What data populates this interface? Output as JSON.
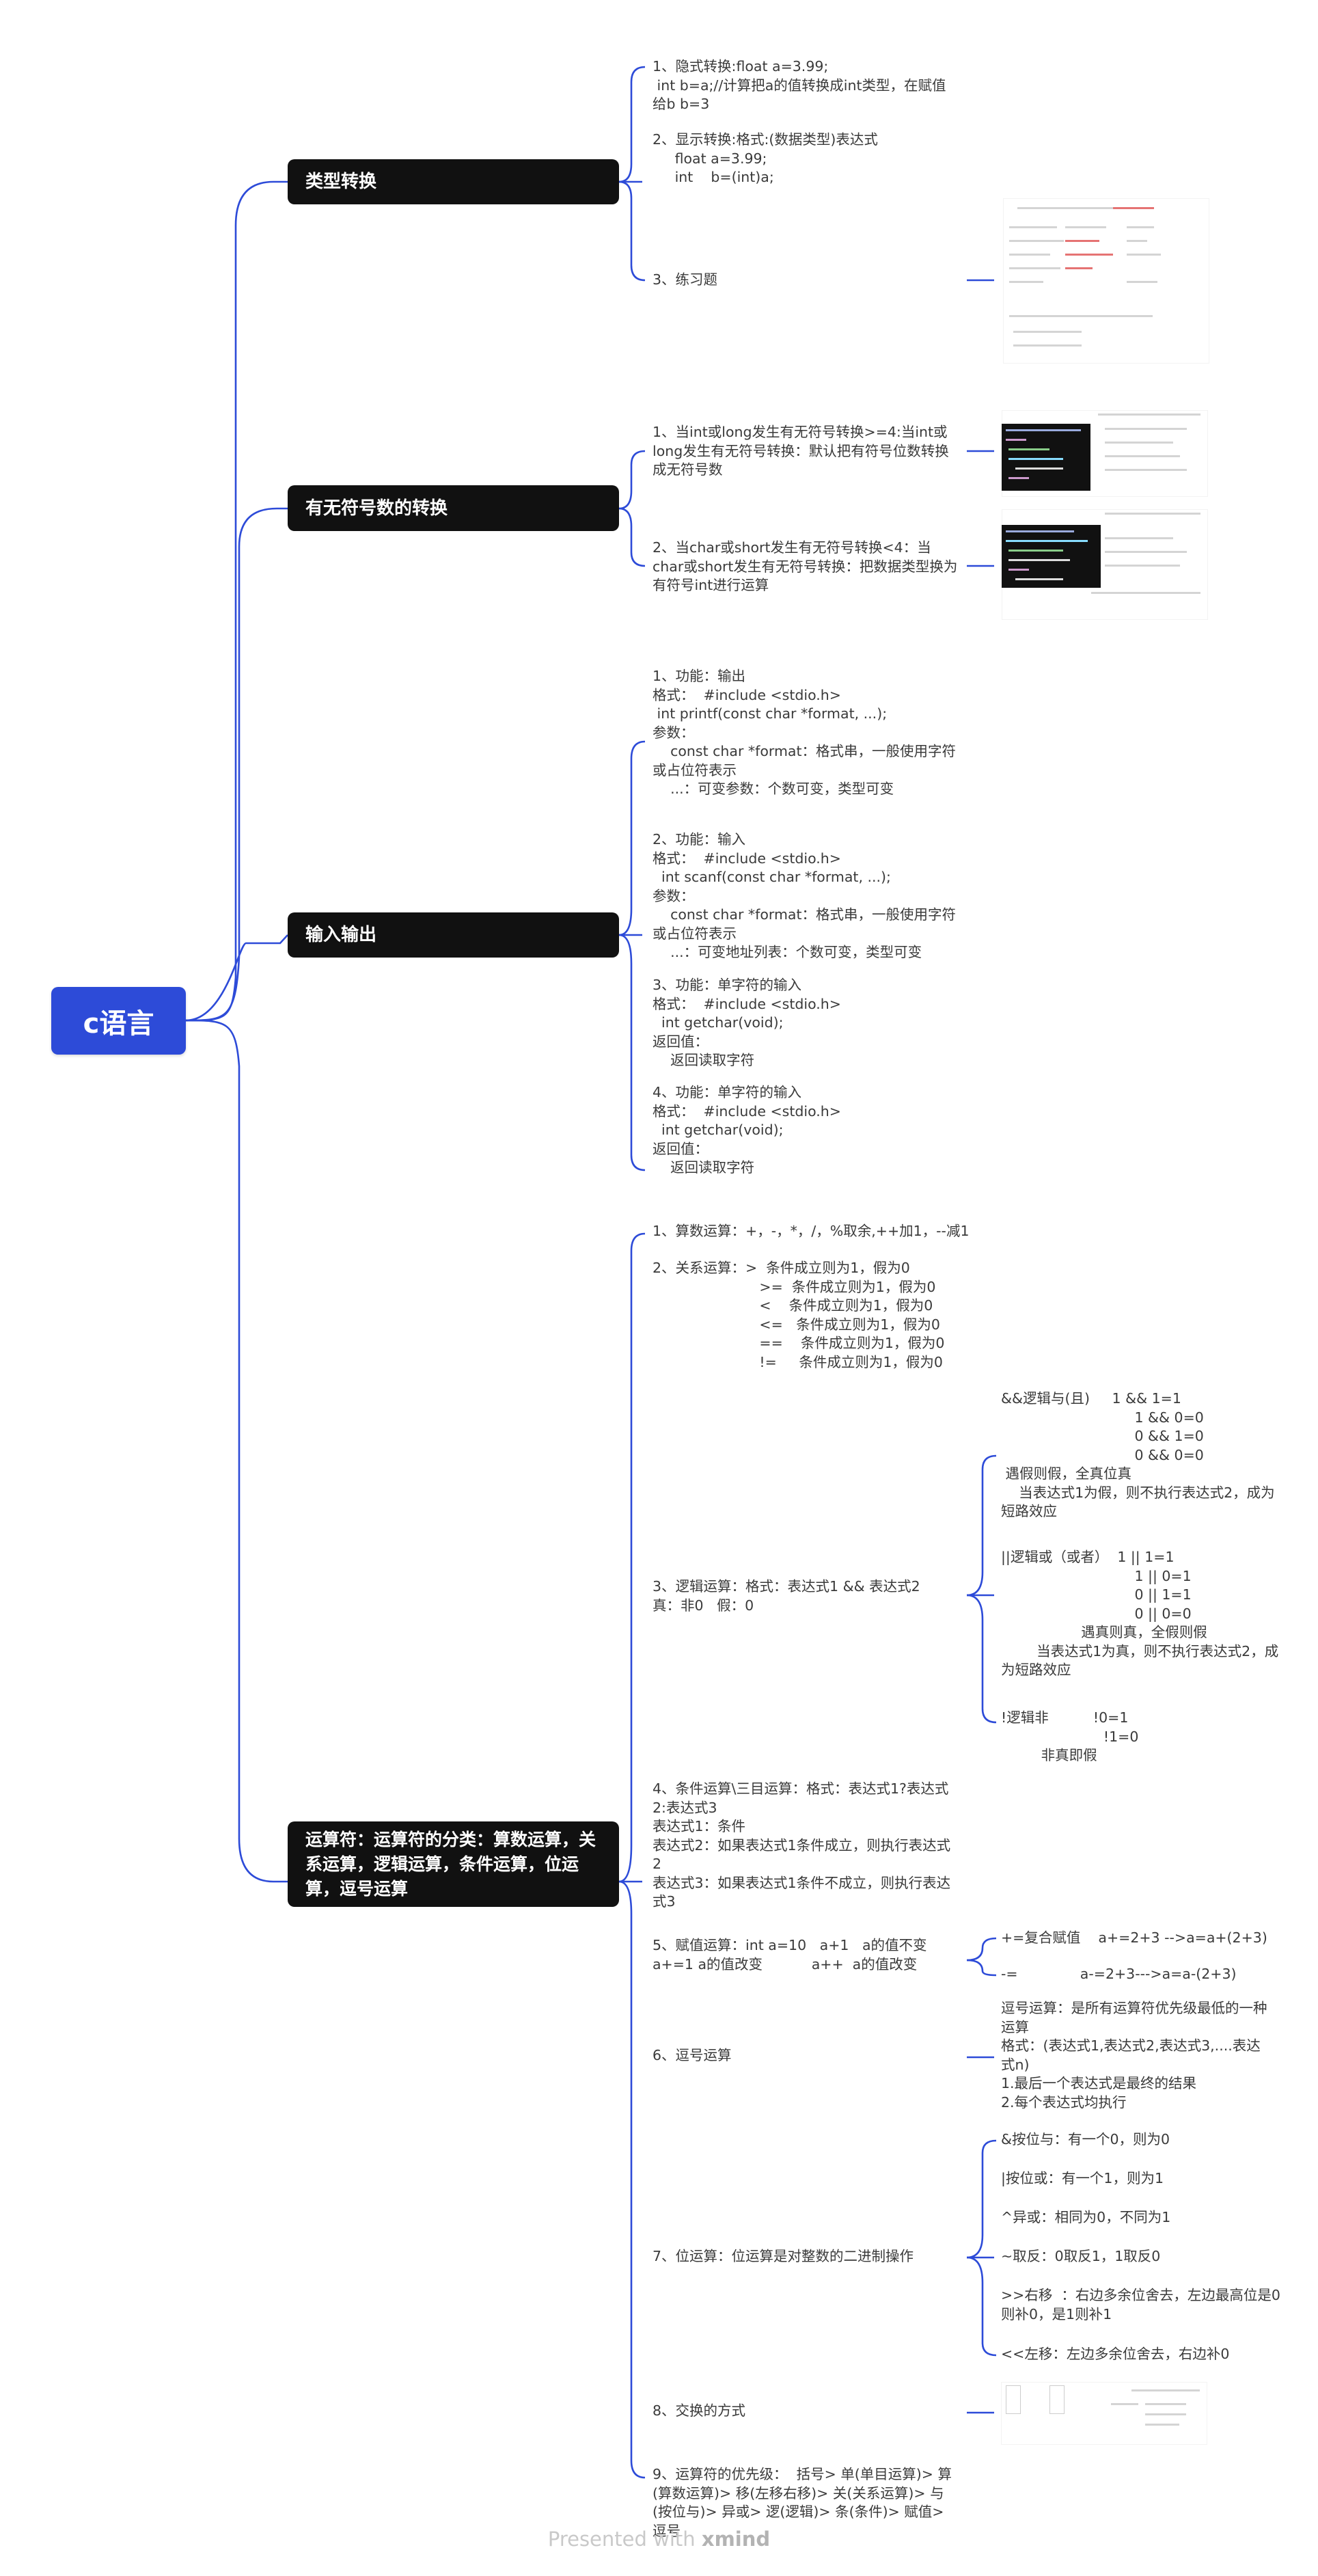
{
  "root": "c语言",
  "branches": [
    {
      "label": "类型转换",
      "items": [
        "1、隐式转换:float a=3.99;\n int b=a;//计算把a的值转换成int类型，在赋值给b b=3",
        "2、显示转换:格式:(数据类型)表达式\n     float a=3.99;\n     int    b=(int)a;",
        "3、练习题"
      ]
    },
    {
      "label": "有无符号数的转换",
      "items": [
        "1、当int或long发生有无符号转换>=4:当int或long发生有无符号转换：默认把有符号位数转换成无符号数",
        "2、当char或short发生有无符号转换<4：当char或short发生有无符号转换：把数据类型换为有符号int进行运算"
      ]
    },
    {
      "label": "输入输出",
      "items": [
        "1、功能：输出\n格式：  #include <stdio.h>\n int printf(const char *format, ...);\n参数：\n    const char *format：格式串，一般使用字符或占位符表示\n    ...：可变参数：个数可变，类型可变",
        "2、功能：输入\n格式：  #include <stdio.h>\n  int scanf(const char *format, ...);\n参数：\n    const char *format：格式串，一般使用字符或占位符表示\n    ...：可变地址列表：个数可变，类型可变",
        "3、功能：单字符的输入\n格式：  #include <stdio.h>\n  int getchar(void);\n返回值：\n    返回读取字符",
        "4、功能：单字符的输入\n格式：  #include <stdio.h>\n  int getchar(void);\n返回值：\n    返回读取字符"
      ]
    },
    {
      "label": "运算符：运算符的分类：算数运算，关系运算，逻辑运算，条件运算，位运算，逗号运算",
      "items": [
        "1、算数运算：+，-，*，/，%取余,++加1，--减1",
        "2、关系运算：>  条件成立则为1，假为0\n                        >=  条件成立则为1，假为0\n                        <    条件成立则为1，假为0\n                        <=   条件成立则为1，假为0\n                        ==    条件成立则为1，假为0\n                        !=     条件成立则为1，假为0",
        "3、逻辑运算：格式：表达式1 && 表达式2   真：非0   假：0",
        "4、条件运算\\三目运算：格式：表达式1?表达式2:表达式3\n表达式1：条件\n表达式2：如果表达式1条件成立，则执行表达式2\n表达式3：如果表达式1条件不成立，则执行表达式3",
        "5、赋值运算：int a=10   a+1   a的值不变\na+=1 a的值改变           a++  a的值改变",
        "6、逗号运算",
        "7、位运算：位运算是对整数的二进制操作",
        "8、交换的方式",
        "9、运算符的优先级：  括号> 单(单目运算)> 算(算数运算)> 移(左移右移)> 关(关系运算)> 与(按位与)> 异或> 逻(逻辑)> 条(条件)> 赋值>逗号"
      ]
    }
  ],
  "logic_children": [
    "&&逻辑与(且)     1 && 1=1\n                              1 && 0=0\n                              0 && 1=0\n                              0 && 0=0\n 遇假则假，全真位真\n    当表达式1为假，则不执行表达式2，成为短路效应",
    "||逻辑或（或者）  1 || 1=1\n                              1 || 0=1\n                              0 || 1=1\n                              0 || 0=0\n                  遇真则真，全假则假\n        当表达式1为真，则不执行表达式2，成为短路效应",
    "!逻辑非          !0=1\n                       !1=0\n         非真即假"
  ],
  "assign_children": [
    "+=复合赋值    a+=2+3 -->a=a+(2+3)",
    "-=              a-=2+3--->a=a-(2+3)"
  ],
  "comma_children": [
    "逗号运算：是所有运算符优先级最低的一种运算\n格式：(表达式1,表达式2,表达式3,....表达式n)\n1.最后一个表达式是最终的结果\n2.每个表达式均执行"
  ],
  "bit_children": [
    "&按位与：有一个0，则为0",
    "|按位或：有一个1，则为1",
    "^异或：相同为0，不同为1",
    "~取反：0取反1，1取反0",
    ">>右移  ：右边多余位舍去，左边最高位是0则补0，是1则补1",
    "<<左移：左边多余位舍去，右边补0"
  ],
  "footer": {
    "prefix": "Presented with ",
    "brand": "xmind"
  },
  "colors": {
    "root_bg": "#2d4bd8",
    "branch_bg": "#111111",
    "line": "#2d4bd8"
  }
}
